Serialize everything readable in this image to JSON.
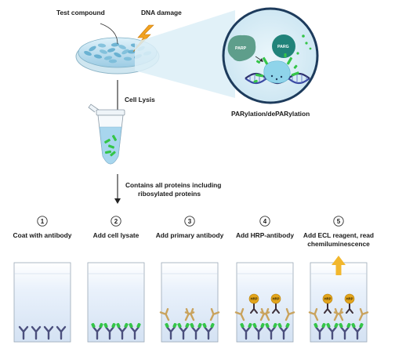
{
  "labels": {
    "test_compound": "Test compound",
    "dna_damage": "DNA damage",
    "cell_lysis": "Cell Lysis",
    "parp": "PARP",
    "parg": "PARG",
    "parylation": "PARylation/dePARylation",
    "contains_line1": "Contains all proteins including",
    "contains_line2": "ribosylated proteins",
    "hrp": "HRP"
  },
  "steps": [
    {
      "number": "1",
      "line1": "Coat with antibody",
      "line2": ""
    },
    {
      "number": "2",
      "line1": "Add cell lysate",
      "line2": ""
    },
    {
      "number": "3",
      "line1": "Add primary antibody",
      "line2": ""
    },
    {
      "number": "4",
      "line1": "Add HRP-antibody",
      "line2": ""
    },
    {
      "number": "5",
      "line1": "Add ECL reagent, read",
      "line2": "chemiluminescence"
    }
  ],
  "colors": {
    "dish_blue": "#9fd3ea",
    "circle_fill": "#d6ecf6",
    "parp_green": "#5e9e8b",
    "parg_teal": "#21837a",
    "protein_green": "#34c548",
    "antibody_purple": "#4b4f7d",
    "antibody_tan": "#c9a35e",
    "hrp_gold": "#e3a51c",
    "arrow_yellow": "#f2b72d",
    "well_liquid": "#dfeaf7"
  }
}
